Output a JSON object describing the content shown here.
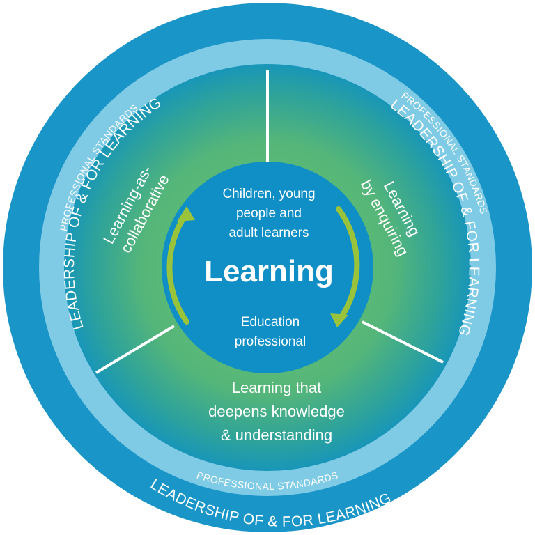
{
  "outer_ring": {
    "label_left": "LEADERSHIP OF & FOR LEARNING",
    "label_right": "LEADERSHIP OF & FOR LEARNING",
    "label_bottom": "LEADERSHIP OF & FOR LEARNING"
  },
  "standards_ring": {
    "label_left": "PROFESSIONAL STANDARDS",
    "label_right": "PROFESSIONAL STANDARDS",
    "label_bottom": "PROFESSIONAL STANDARDS"
  },
  "segments": {
    "left": {
      "line1": "Learning-as-",
      "line2": "collaborative"
    },
    "right": {
      "line1": "Learning",
      "line2": "by enquiring"
    },
    "bottom": {
      "line1": "Learning that",
      "line2": "deepens knowledge",
      "line3": "& understanding"
    }
  },
  "center": {
    "top_line1": "Children, young",
    "top_line2": "people and",
    "top_line3": "adult learners",
    "title": "Learning",
    "bottom_line1": "Education",
    "bottom_line2": "professional"
  },
  "colors": {
    "outer_ring": "#1a95c8",
    "standards_ring": "#7fcbe6",
    "inner_green_center": "#66be75",
    "inner_teal_edge": "#1797b7",
    "center_circle": "#0f8fc6",
    "arrows": "#9ac33c",
    "dividers": "#ffffff"
  }
}
